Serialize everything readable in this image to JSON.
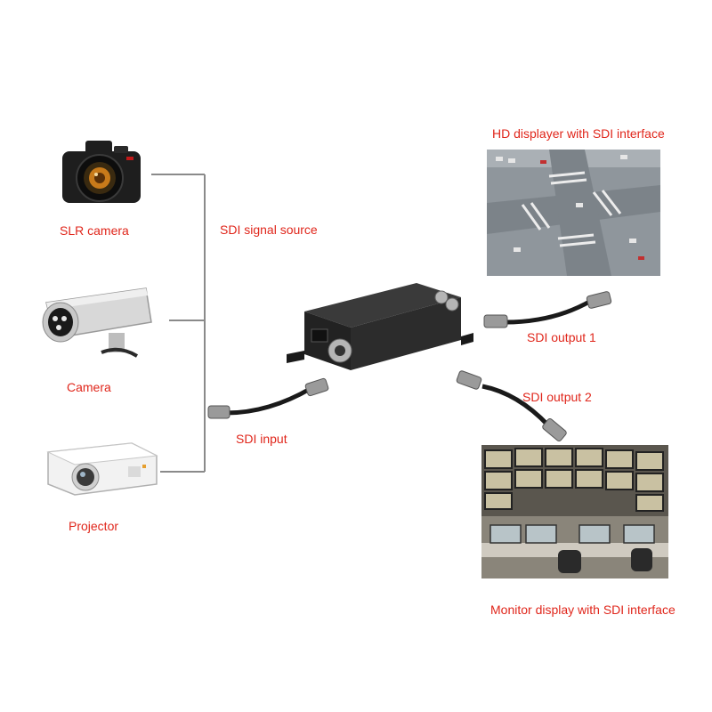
{
  "labels": {
    "slr_camera": "SLR camera",
    "camera": "Camera",
    "projector": "Projector",
    "sdi_signal_source": "SDI signal source",
    "sdi_input": "SDI input",
    "sdi_output_1": "SDI output 1",
    "sdi_output_2": "SDI output 2",
    "hd_displayer": "HD displayer with SDI interface",
    "monitor_display": "Monitor display with SDI interface"
  },
  "colors": {
    "label_text": "#e0261b",
    "connector_line": "#8a8a8a",
    "cable": "#1a1a1a",
    "device_body": "#2a2a2a"
  },
  "icons": [
    "slr-camera-icon",
    "security-camera-icon",
    "projector-icon",
    "sdi-splitter-device",
    "bnc-cable-icon",
    "intersection-photo",
    "control-room-photo"
  ]
}
